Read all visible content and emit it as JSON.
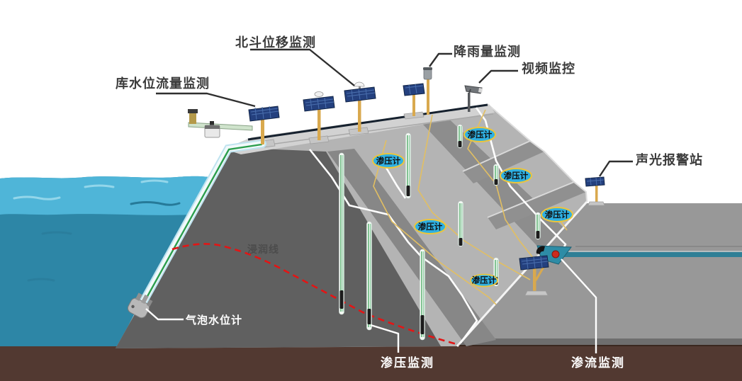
{
  "labels": {
    "reservoir_level_flow": "库水位流量监测",
    "beidou_displacement": "北斗位移监测",
    "rainfall": "降雨量监测",
    "video_surveillance": "视频监控",
    "alarm_station": "声光报警站",
    "piezometer": "渗压计",
    "phreatic_line": "浸润线",
    "bubble_level_gauge": "气泡水位计",
    "seepage_pressure_monitoring": "渗压监测",
    "seepage_flow_monitoring": "渗流监测"
  },
  "counts": {
    "piezometer_ovals": 6,
    "piezometer_tubes": 9,
    "solar_panel_stations": 6
  },
  "colors": {
    "water_light": "#4fb5d8",
    "water_deep": "#2d86a6",
    "ground_brown": "#523931",
    "plain_gray": "#9d9d9d",
    "dam_core_dark": "#606060",
    "dam_face_gray": "#b4b4b4",
    "crest_gray": "#d2d2d2",
    "piezometer_fill": "#2fb0e2",
    "piezometer_border": "#ecc53b",
    "phreatic_red": "#e31515",
    "cable_yellow": "#e2bf62",
    "cable_white": "#ffffff",
    "solar_panel_blue": "#24407e",
    "pole_yellow": "#d9a94e",
    "pipe_green": "#2b9e4d",
    "channel_teal": "#2e7f96"
  }
}
